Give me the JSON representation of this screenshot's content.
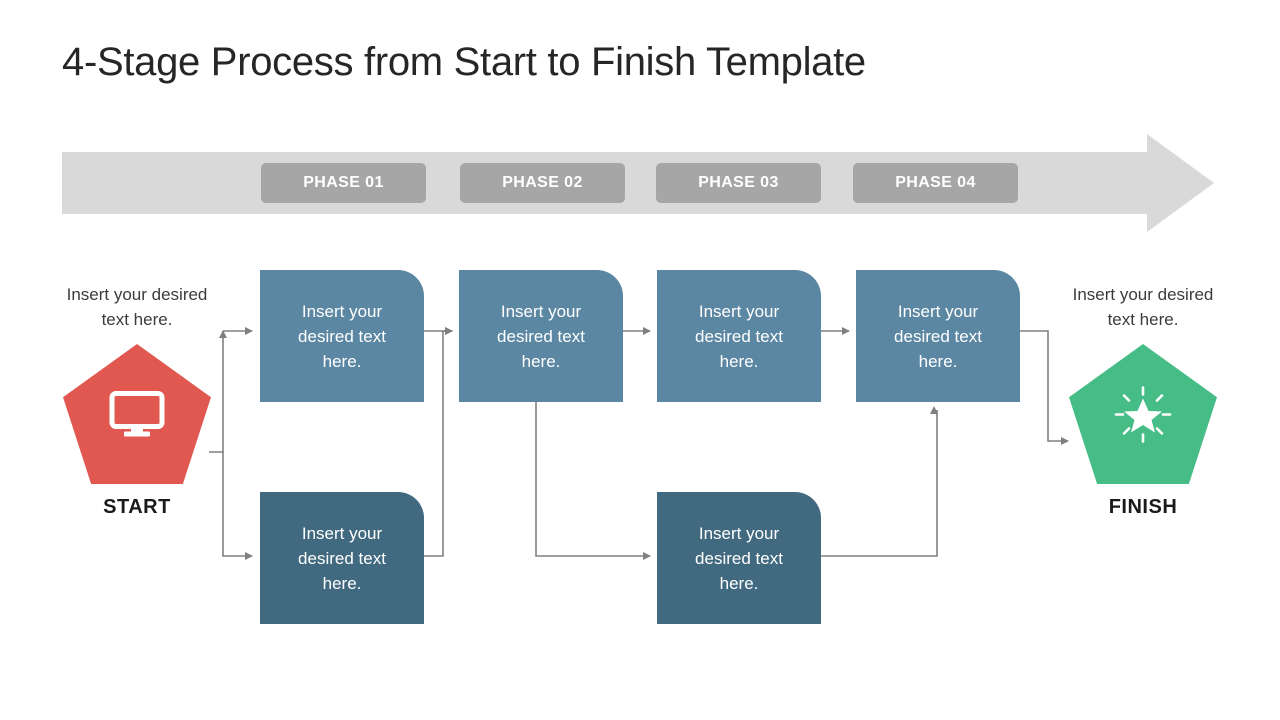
{
  "slide": {
    "title": "4-Stage Process from Start to Finish Template",
    "background_color": "#ffffff"
  },
  "phase_band": {
    "band_color": "#d9d9d9",
    "chip_color": "#a6a6a6",
    "chip_text_color": "#ffffff",
    "chips": [
      {
        "label": "PHASE 01"
      },
      {
        "label": "PHASE 02"
      },
      {
        "label": "PHASE 03"
      },
      {
        "label": "PHASE 04"
      }
    ]
  },
  "endpoints": {
    "start": {
      "caption": "Insert your desired text here.",
      "label": "START",
      "color": "#e0584f",
      "icon": "monitor-icon"
    },
    "finish": {
      "caption": "Insert your desired text here.",
      "label": "FINISH",
      "color": "#46bd86",
      "icon": "sparkle-star-icon"
    }
  },
  "process": {
    "top_row_color": "#5b87a3",
    "bottom_row_color": "#41697f",
    "top_row": [
      {
        "text": "Insert your desired text here."
      },
      {
        "text": "Insert your desired text here."
      },
      {
        "text": "Insert your desired text here."
      },
      {
        "text": "Insert your desired text here."
      }
    ],
    "bottom_row": [
      {
        "text": "Insert your desired text here."
      },
      {
        "text": "Insert your desired text here."
      }
    ]
  },
  "connectors": {
    "color": "#808080"
  }
}
